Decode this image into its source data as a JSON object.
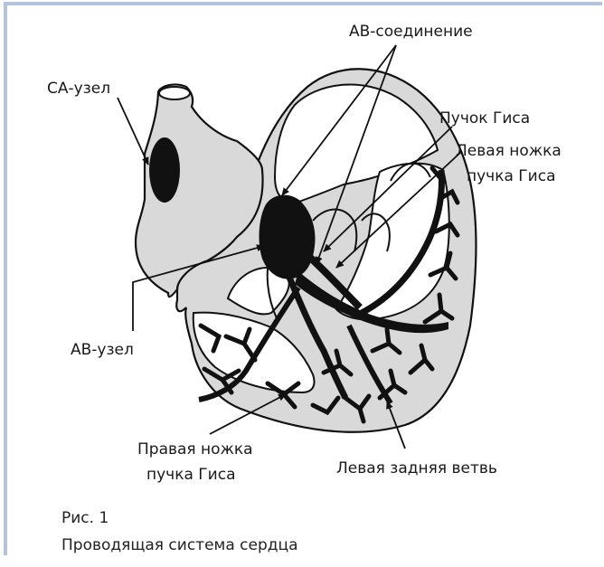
{
  "labels": {
    "sa_node": "СА-узел",
    "av_junction": "АВ-соединение",
    "his_bundle": "Пучок Гиса",
    "left_bundle_branch_line1": "Левая ножка",
    "left_bundle_branch_line2": "пучка Гиса",
    "av_node": "АВ-узел",
    "right_bundle_branch_line1": "Правая ножка",
    "right_bundle_branch_line2": "пучка Гиса",
    "left_posterior_fascicle": "Левая задняя ветвь"
  },
  "caption": {
    "figure_number": "Рис. 1",
    "title": "Проводящая система сердца"
  },
  "colors": {
    "tissue": "#d9d9d9",
    "conduction": "#111111",
    "frame": "#b4c4dd"
  }
}
